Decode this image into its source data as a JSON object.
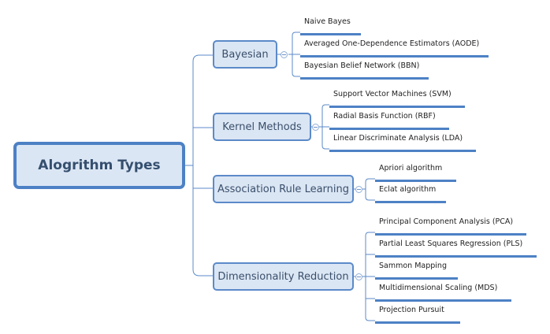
{
  "root": {
    "label": "Alogrithm Types"
  },
  "branches": [
    {
      "label": "Bayesian",
      "children": [
        "Naive Bayes",
        "Averaged One-Dependence Estimators (AODE)",
        "Bayesian Belief Network (BBN)"
      ]
    },
    {
      "label": "Kernel Methods",
      "children": [
        "Support Vector Machines (SVM)",
        "Radial Basis Function (RBF)",
        "Linear Discriminate Analysis (LDA)"
      ]
    },
    {
      "label": "Association Rule Learning",
      "children": [
        "Apriori algorithm",
        "Eclat algorithm"
      ]
    },
    {
      "label": "Dimensionality Reduction",
      "children": [
        "Principal Component Analysis (PCA)",
        "Partial Least Squares Regression (PLS)",
        "Sammon Mapping",
        "Multidimensional Scaling (MDS)",
        "Projection Pursuit"
      ]
    }
  ],
  "colors": {
    "node_fill": "#dbe6f4",
    "node_border": "#4d81c5",
    "connector": "#5b8ac9",
    "text": "#3a4f6b"
  }
}
